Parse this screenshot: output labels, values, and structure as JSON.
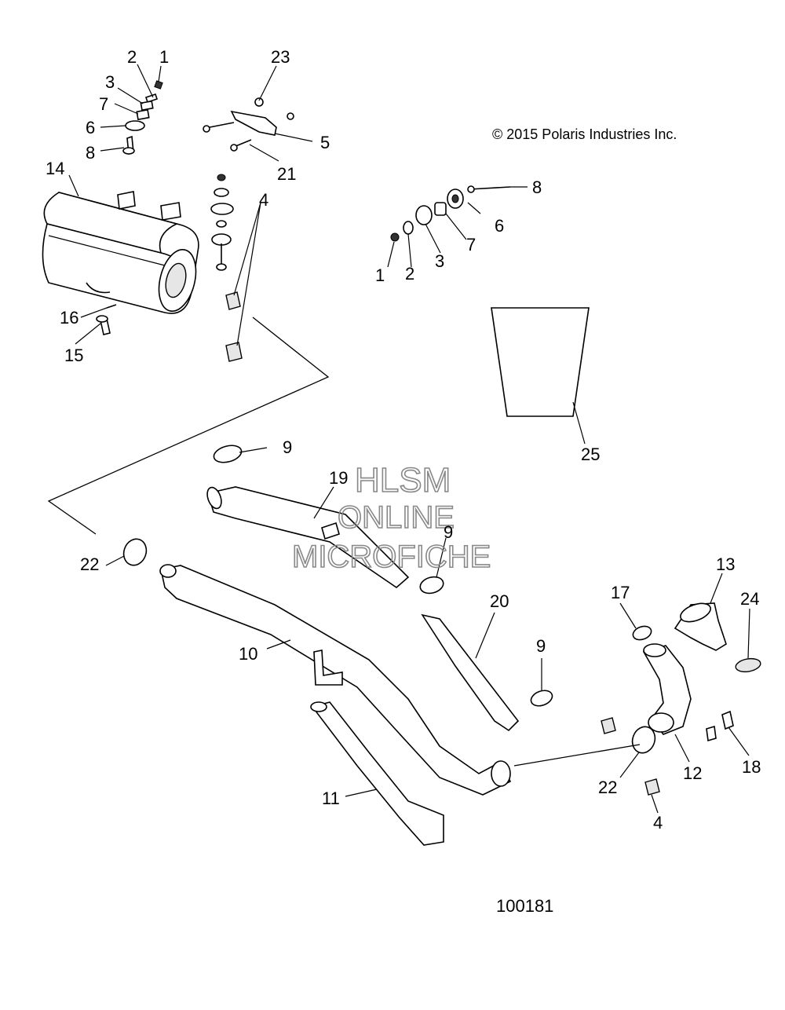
{
  "copyright": "© 2015 Polaris Industries Inc.",
  "drawing_number": "100181",
  "watermark": {
    "line1": "HLSM",
    "line2": "ONLINE",
    "line3": "MICROFICHE"
  },
  "callouts": [
    {
      "id": "c1",
      "label": "1"
    },
    {
      "id": "c2",
      "label": "2"
    },
    {
      "id": "c3",
      "label": "3"
    },
    {
      "id": "c7",
      "label": "7"
    },
    {
      "id": "c6",
      "label": "6"
    },
    {
      "id": "c8",
      "label": "8"
    },
    {
      "id": "c23",
      "label": "23"
    },
    {
      "id": "c5",
      "label": "5"
    },
    {
      "id": "c21",
      "label": "21"
    },
    {
      "id": "c14",
      "label": "14"
    },
    {
      "id": "c4a",
      "label": "4"
    },
    {
      "id": "c16",
      "label": "16"
    },
    {
      "id": "c15",
      "label": "15"
    },
    {
      "id": "c8b",
      "label": "8"
    },
    {
      "id": "c6b",
      "label": "6"
    },
    {
      "id": "c7b",
      "label": "7"
    },
    {
      "id": "c1b",
      "label": "1"
    },
    {
      "id": "c2b",
      "label": "2"
    },
    {
      "id": "c3b",
      "label": "3"
    },
    {
      "id": "c25",
      "label": "25"
    },
    {
      "id": "c9a",
      "label": "9"
    },
    {
      "id": "c19",
      "label": "19"
    },
    {
      "id": "c9b",
      "label": "9"
    },
    {
      "id": "c22a",
      "label": "22"
    },
    {
      "id": "c10",
      "label": "10"
    },
    {
      "id": "c20",
      "label": "20"
    },
    {
      "id": "c9c",
      "label": "9"
    },
    {
      "id": "c13",
      "label": "13"
    },
    {
      "id": "c17",
      "label": "17"
    },
    {
      "id": "c24",
      "label": "24"
    },
    {
      "id": "c11",
      "label": "11"
    },
    {
      "id": "c12",
      "label": "12"
    },
    {
      "id": "c18",
      "label": "18"
    },
    {
      "id": "c22b",
      "label": "22"
    },
    {
      "id": "c4b",
      "label": "4"
    }
  ]
}
